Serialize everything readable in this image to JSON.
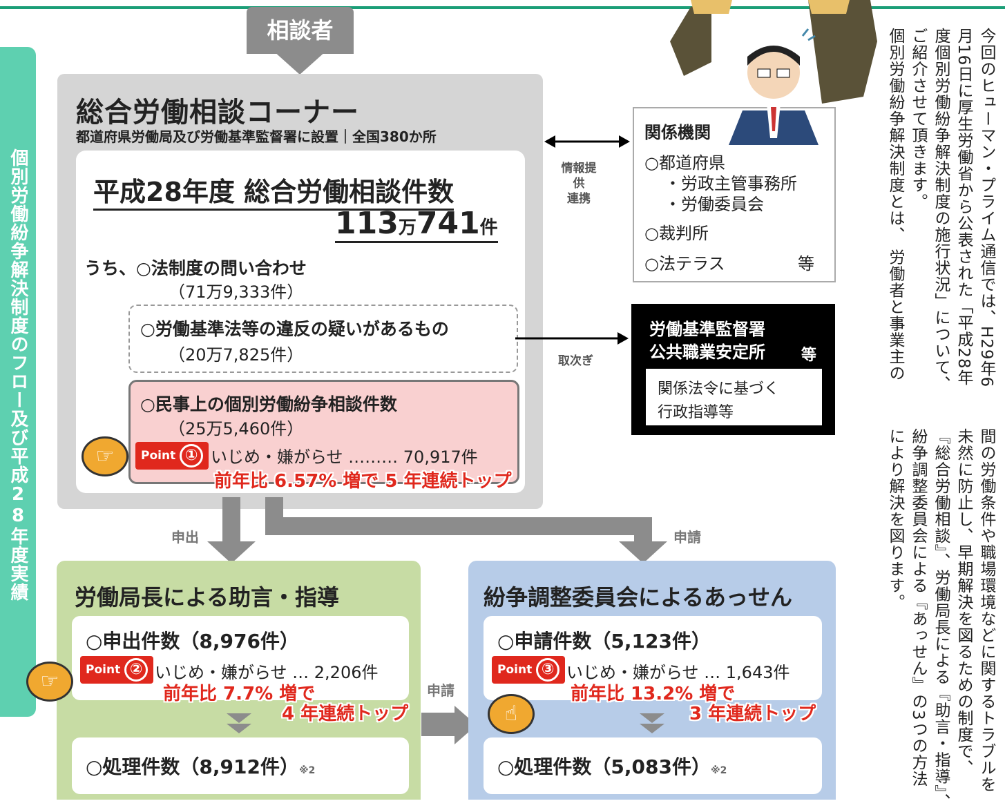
{
  "sidebar": {
    "title": "個別労働紛争解決制度のフロー及び平成28年度実績"
  },
  "consulter": {
    "label": "相談者"
  },
  "corner": {
    "title": "総合労働相談コーナー",
    "subtitle": "都道府県労働局及び労働基準監督署に設置｜全国380か所",
    "stat_title": "平成28年度 総合労働相談件数",
    "stat_value_big": "113",
    "stat_value_man": "万",
    "stat_value_rest": "741",
    "stat_value_unit": "件",
    "prefix": "うち、",
    "item1": "○法制度の問い合わせ",
    "item1_count": "（71万9,333件）",
    "item2": "○労働基準法等の違反の疑いがあるもの",
    "item2_count": "（20万7,825件）",
    "item3": "○民事上の個別労働紛争相談件数",
    "item3_count": "（25万5,460件）",
    "point1_label": "Point",
    "point1_num": "①",
    "point1_text": "いじめ・嫌がらせ ……… 70,917件",
    "point1_note": "前年比 6.57% 増で 5 年連続トップ"
  },
  "info": {
    "line1": "情報提供",
    "line2": "連携"
  },
  "forward": {
    "label": "取次ぎ"
  },
  "kankei": {
    "title": "関係機関",
    "items": [
      "○都道府県",
      "・労政主管事務所",
      "・労働委員会",
      "○裁判所",
      "○法テラス"
    ],
    "etc": "等"
  },
  "kantoku": {
    "line1": "労働基準監督署",
    "line2": "公共職業安定所",
    "etc": "等",
    "inner1": "関係法令に基づく",
    "inner2": "行政指導等"
  },
  "flow": {
    "moushide": "申出",
    "shinsei": "申請",
    "shinsei2": "申請"
  },
  "green": {
    "title": "労働局長による助言・指導",
    "count": "○申出件数（8,976件）",
    "point_label": "Point",
    "point_num": "②",
    "point_text": "いじめ・嫌がらせ … 2,206件",
    "note1": "前年比 7.7% 増で",
    "note2": "4 年連続トップ",
    "processed": "○処理件数（8,912件）",
    "mark": "※2"
  },
  "blue": {
    "title": "紛争調整委員会によるあっせん",
    "count": "○申請件数（5,123件）",
    "point_label": "Point",
    "point_num": "③",
    "point_text": "いじめ・嫌がらせ … 1,643件",
    "note1": "前年比 13.2% 増で",
    "note2": "3 年連続トップ",
    "processed": "○処理件数（5,083件）",
    "mark": "※2"
  },
  "paragraph": {
    "col1": "今回のヒューマン・プライム通信では、H29年6",
    "col2": "月16日に厚生労働省から公表された「平成28年",
    "col3": "度個別労働紛争解決制度の施行状況」について、",
    "col4": "ご紹介させて頂きます。",
    "col5": "個別労働紛争解決制度とは、 労働者と事業主の",
    "col6": "間の労働条件や職場環境などに関するトラブルを",
    "col7": "未然に防止し、早期解決を図るための制度で、",
    "col8": "『総合労働相談』、労働局長による『助言・指導』、",
    "col9": "紛争調整委員会による『あっせん』の3つの方法",
    "col10": "により解決を図ります。"
  },
  "colors": {
    "accent": "#1b9e77",
    "sidebar": "#5ed0b0",
    "point_red": "#e0281d",
    "green_box": "#c7dca4",
    "blue_box": "#b7cce8",
    "pink_box": "#f9d0d0"
  }
}
